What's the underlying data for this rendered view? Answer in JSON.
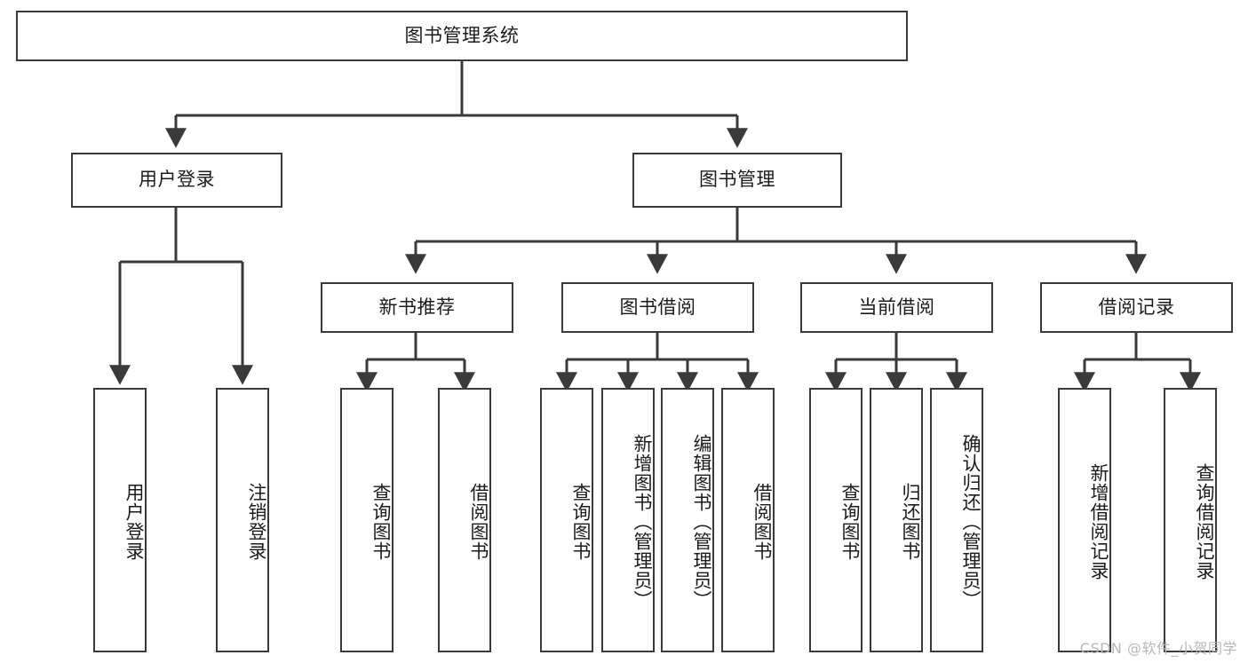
{
  "diagram": {
    "title": "图书管理系统",
    "type": "tree",
    "watermark": "CSDN @软件_小贺同学",
    "colors": {
      "stroke": "#3a3a3a",
      "fill": "#ffffff",
      "text": "#1b1b1b",
      "watermark": "#b8b8b8"
    },
    "levels": {
      "root": {
        "label": "图书管理系统"
      },
      "level2": [
        {
          "id": "user-login",
          "label": "用户登录"
        },
        {
          "id": "book-manage",
          "label": "图书管理"
        }
      ],
      "level3": [
        {
          "id": "new-book-recommend",
          "label": "新书推荐",
          "parent": "book-manage"
        },
        {
          "id": "book-borrow",
          "label": "图书借阅",
          "parent": "book-manage"
        },
        {
          "id": "current-borrow",
          "label": "当前借阅",
          "parent": "book-manage"
        },
        {
          "id": "borrow-record",
          "label": "借阅记录",
          "parent": "book-manage"
        }
      ],
      "leaves": [
        {
          "id": "leaf-user-login",
          "label": "用户登录",
          "parent": "user-login"
        },
        {
          "id": "leaf-user-logout",
          "label": "注销登录",
          "parent": "user-login"
        },
        {
          "id": "leaf-query-book-1",
          "label": "查询图书",
          "parent": "new-book-recommend"
        },
        {
          "id": "leaf-borrow-book-1",
          "label": "借阅图书",
          "parent": "new-book-recommend"
        },
        {
          "id": "leaf-query-book-2",
          "label": "查询图书",
          "parent": "book-borrow"
        },
        {
          "id": "leaf-add-book",
          "label": "新增图书（管理员）",
          "parent": "book-borrow"
        },
        {
          "id": "leaf-edit-book",
          "label": "编辑图书（管理员）",
          "parent": "book-borrow"
        },
        {
          "id": "leaf-borrow-book-2",
          "label": "借阅图书",
          "parent": "book-borrow"
        },
        {
          "id": "leaf-query-book-3",
          "label": "查询图书",
          "parent": "current-borrow"
        },
        {
          "id": "leaf-return-book",
          "label": "归还图书",
          "parent": "current-borrow"
        },
        {
          "id": "leaf-confirm-return",
          "label": "确认归还（管理员）",
          "parent": "current-borrow"
        },
        {
          "id": "leaf-add-record",
          "label": "新增借阅记录",
          "parent": "borrow-record"
        },
        {
          "id": "leaf-query-record",
          "label": "查询借阅记录",
          "parent": "borrow-record"
        }
      ]
    }
  }
}
